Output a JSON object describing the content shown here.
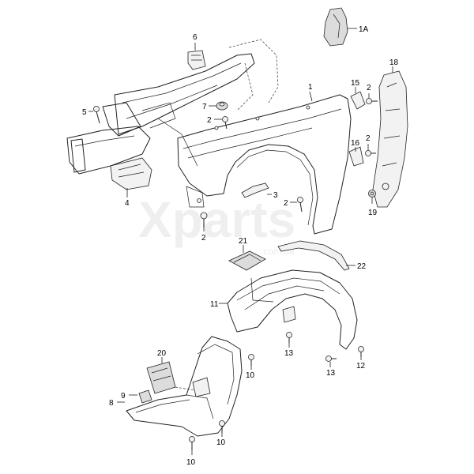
{
  "callouts": {
    "c1": "1",
    "c1a": "1A",
    "c2a": "2",
    "c2b": "2",
    "c2c": "2",
    "c2d": "2",
    "c2e": "2",
    "c3": "3",
    "c4": "4",
    "c5": "5",
    "c6": "6",
    "c7": "7",
    "c8": "8",
    "c9": "9",
    "c10a": "10",
    "c10b": "10",
    "c10c": "10",
    "c11": "11",
    "c12": "12",
    "c13a": "13",
    "c13b": "13",
    "c15": "15",
    "c16": "16",
    "c18": "18",
    "c19": "19",
    "c20": "20",
    "c21": "21",
    "c22": "22"
  },
  "watermark": {
    "main": "Xparts",
    "sub": ".com.ua"
  }
}
